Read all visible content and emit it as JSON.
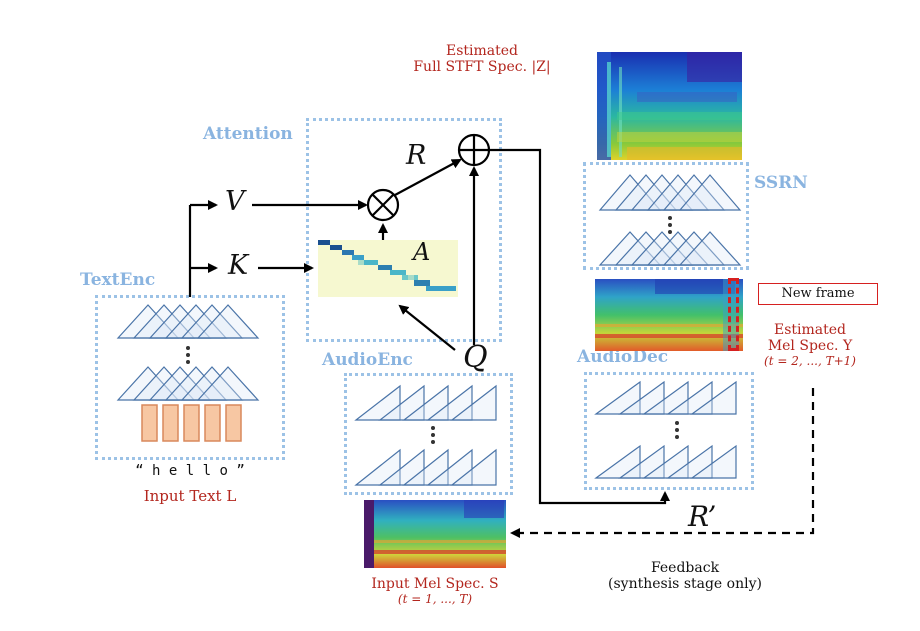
{
  "labels": {
    "attention": "Attention",
    "textenc": "TextEnc",
    "audioenc": "AudioEnc",
    "audiodec": "AudioDec",
    "ssrn": "SSRN",
    "v": "V",
    "k": "K",
    "r": "R",
    "q": "Q",
    "a": "A",
    "r_prime": "R’",
    "new_frame": "New frame"
  },
  "captions": {
    "full_stft_line1": "Estimated",
    "full_stft_line2": "Full STFT Spec. |Z|",
    "est_mel_line1": "Estimated",
    "est_mel_line2": "Mel Spec. Y",
    "est_mel_line3": "(t = 2, ..., T+1)",
    "input_text_quote": "“ h e l l o ”",
    "input_text": "Input Text L",
    "input_mel_line1": "Input Mel Spec. S",
    "input_mel_line2": "(t = 1, ..., T)",
    "feedback_line1": "Feedback",
    "feedback_line2": "(synthesis stage only)"
  },
  "colors": {
    "box_dots": "#9cc2e6",
    "caption_red": "#b3261e",
    "embedding_fill": "#f7c7a3",
    "embedding_border": "#d9895c"
  }
}
